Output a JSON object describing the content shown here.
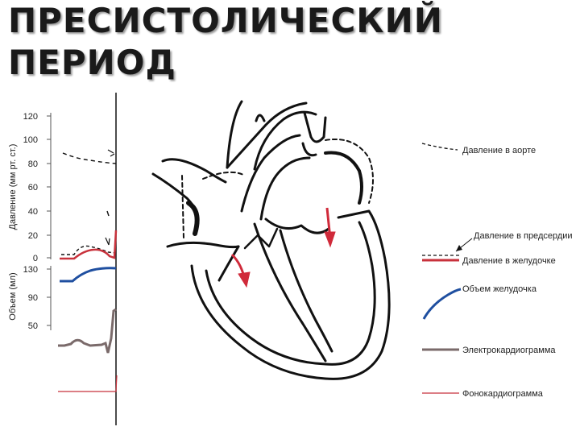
{
  "title": {
    "line1": "ПРЕСИСТОЛИЧЕСКИЙ",
    "line2": "ПЕРИОД"
  },
  "axes": {
    "pressure_label": "Давление (мм рт. ст.)",
    "pressure_ticks": [
      "120",
      "100",
      "80",
      "60",
      "40",
      "20",
      "0"
    ],
    "volume_label": "Объем (мл)",
    "volume_ticks": [
      "130",
      "90",
      "50"
    ]
  },
  "legend": {
    "aortic_pressure": "Давление в аорте",
    "atrial_pressure": "Давление в предсердии",
    "ventricular_pressure": "Давление в желудочке",
    "ventricular_volume": "Объем желудочка",
    "ecg": "Электрокардиограмма",
    "pcg": "Фонокардиограмма"
  },
  "colors": {
    "ventricular_pressure": "#c8323c",
    "ventricular_volume": "#1f4fa0",
    "ecg": "#7a6a6a",
    "pcg": "#c8323c",
    "arrows": "#d02a3a"
  }
}
